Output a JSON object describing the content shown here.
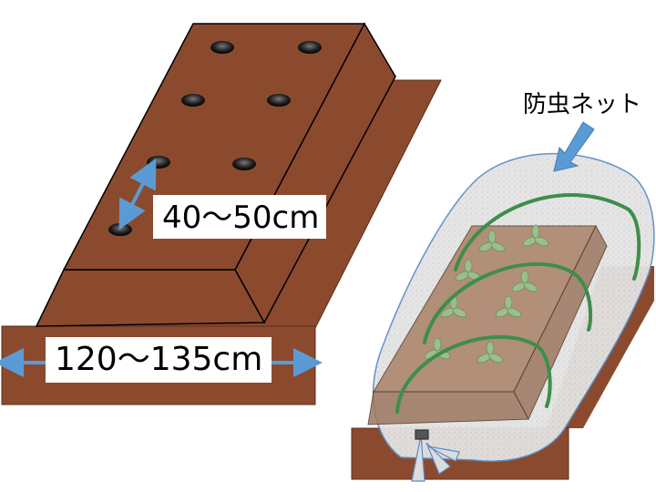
{
  "labels": {
    "spacing": "40～50cm",
    "width": "120～135cm",
    "net": "防虫ネット"
  },
  "colors": {
    "soil": "#8B4A2E",
    "soil_dark": "#6E3A22",
    "ground": "#8B4A2E",
    "arrow": "#5B9BD5",
    "hoop": "#3E8E4A",
    "net_fill": "#E6E6E6",
    "seedling": "#9BBE8A"
  },
  "icons": {
    "seed_holes": "seed-hole-icon",
    "seedlings": "seedling-icon",
    "net_tie": "net-tie-icon"
  }
}
